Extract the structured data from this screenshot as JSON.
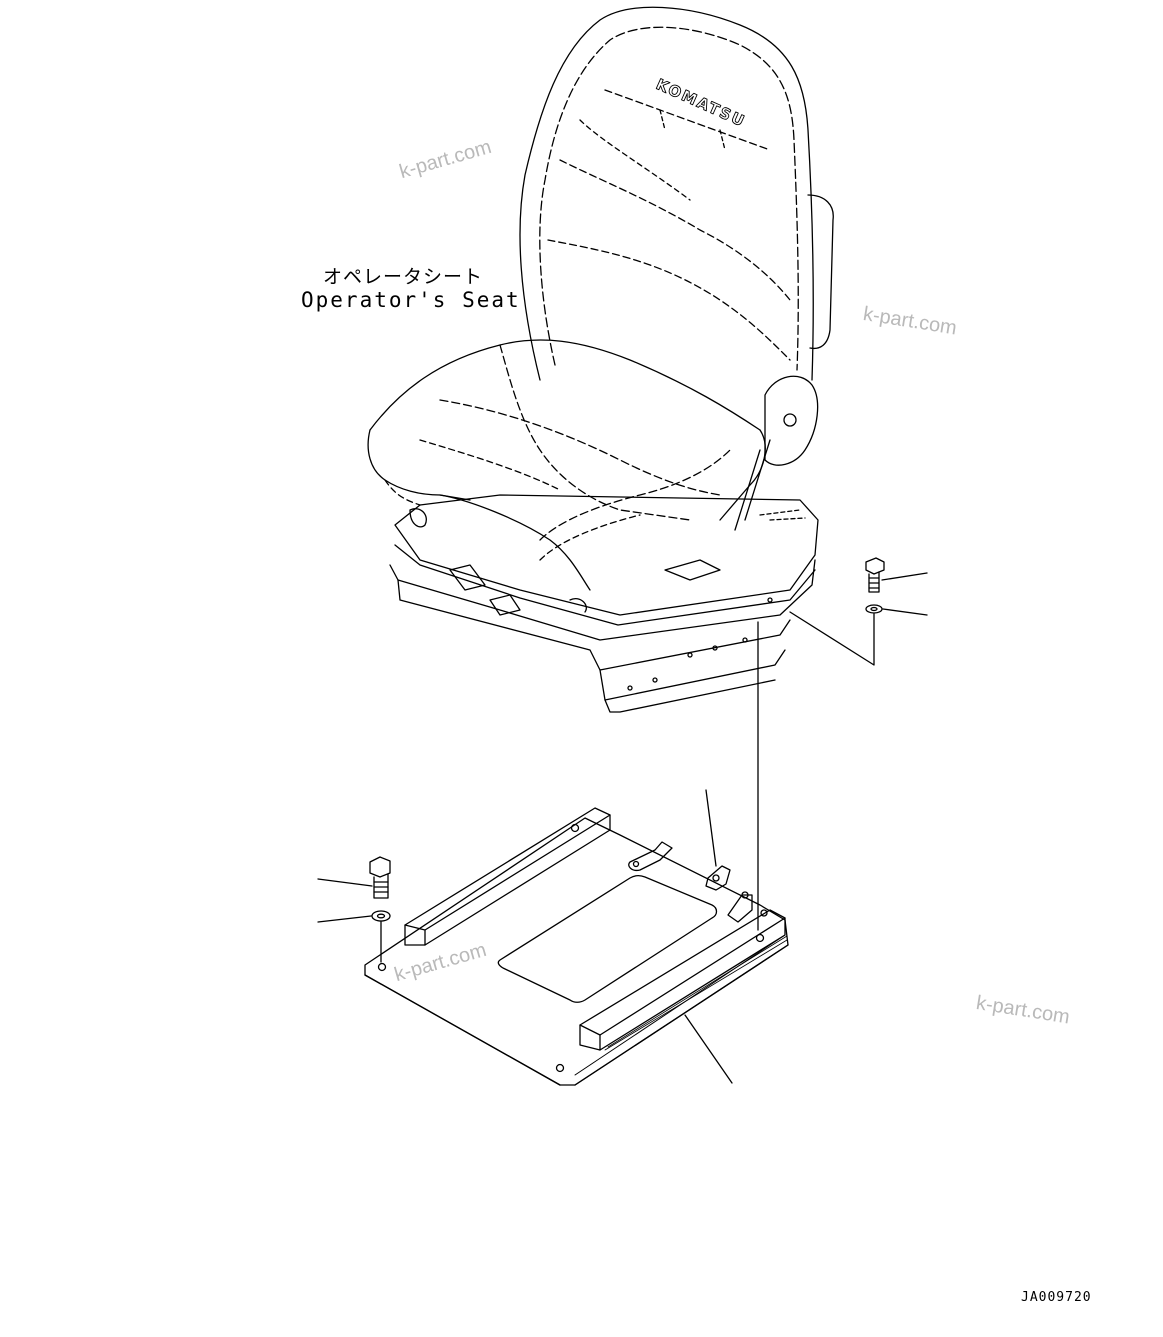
{
  "drawing": {
    "seat_label_jp": "オペレータシート",
    "seat_label_en": "Operator's Seat",
    "seat_brand": "KOMATSU",
    "drawing_code": "JA009720"
  },
  "watermarks": [
    "k-part.com",
    "k-part.com",
    "k-part.com",
    "k-part.com"
  ],
  "colors": {
    "line": "#000000",
    "watermark": "#b9b9b9",
    "background": "#ffffff"
  }
}
